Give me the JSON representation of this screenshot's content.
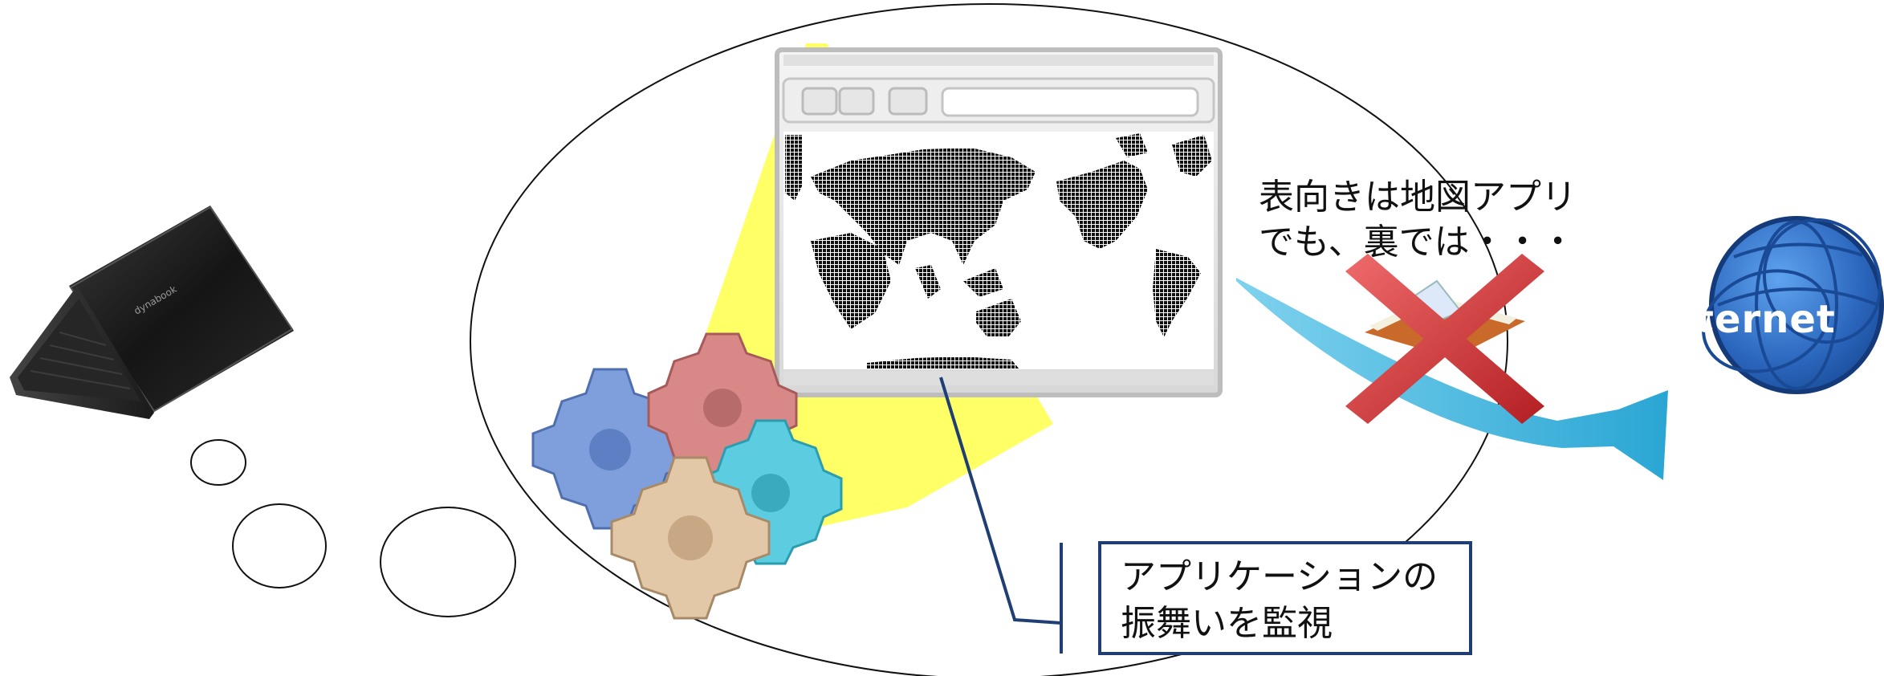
{
  "surface_text": [
    "表向きは地図アプリ",
    "でも、裏では・・・"
  ],
  "callout_text": [
    "アプリケーションの",
    "振舞いを監視"
  ],
  "internet_label": "Internet",
  "laptop_brand": "dynabook",
  "colors": {
    "arrow": "#39b0d6",
    "globe": "#2e6fc0",
    "cross": "#d9383a",
    "spotlight": "#ffff55",
    "callout_border": "#1f3f74",
    "gear_blue": "#7f9fdc",
    "gear_red": "#d98888",
    "gear_cyan": "#5ccde0",
    "gear_beige": "#e3c8a8"
  },
  "icons": [
    "laptop-icon",
    "gears-icon",
    "browser-window-icon",
    "world-map-icon",
    "book-icon",
    "cross-icon",
    "globe-icon",
    "arrow-icon"
  ]
}
